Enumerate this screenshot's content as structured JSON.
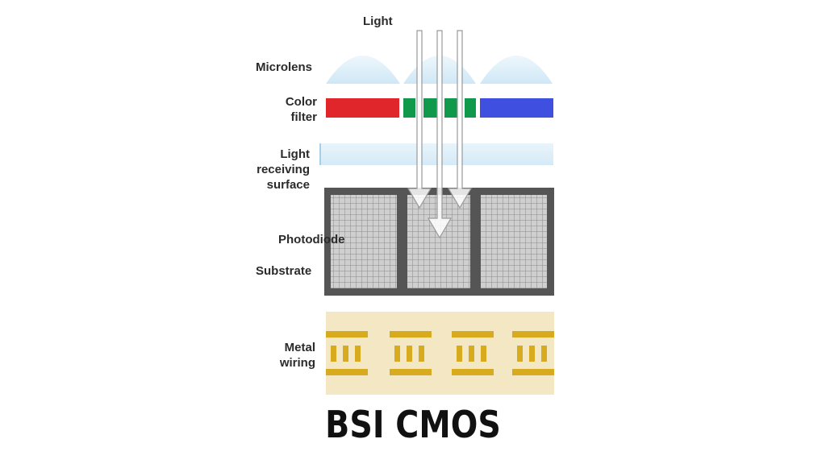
{
  "labels": {
    "light": "Light",
    "microlens": "Microlens",
    "color_filter_line1": "Color",
    "color_filter_line2": "filter",
    "receiving_line1": "Light",
    "receiving_line2": "receiving",
    "receiving_line3": "surface",
    "photodiode": "Photodiode",
    "substrate": "Substrate",
    "metal_line1": "Metal",
    "metal_line2": "wiring"
  },
  "title": "BSI CMOS",
  "colors": {
    "red_filter": "#e0262b",
    "green_filter": "#10994a",
    "blue_filter": "#3f4fe0",
    "microlens": "#d9edf8",
    "substrate": "#555555",
    "photodiode": "#c9c9c9",
    "metal_bg": "#f3e7c4",
    "metal": "#d8aa1e"
  }
}
